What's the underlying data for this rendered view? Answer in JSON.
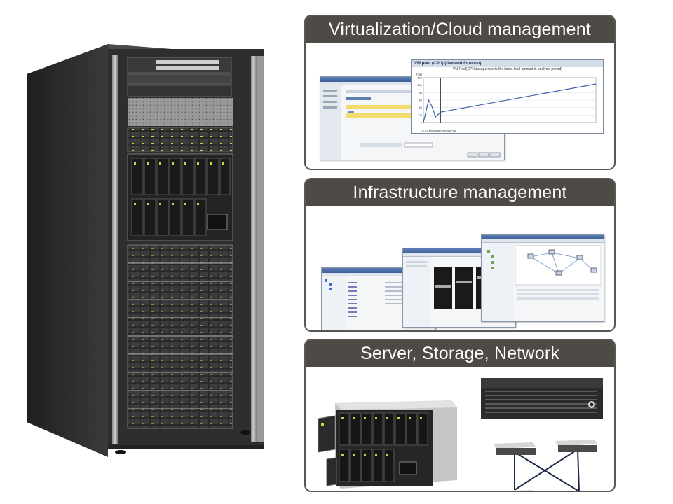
{
  "panels": {
    "virtualization": {
      "title": "Virtualization/Cloud management"
    },
    "infrastructure": {
      "title": "Infrastructure management"
    },
    "hardware": {
      "title": "Server, Storage, Network"
    }
  },
  "chart": {
    "title": "VM pool (CPU) (demand forecast)",
    "subtitle": "VM Pool(CPU)(usage rate to the latest total amount in analysis period)",
    "unit": "(%)",
    "y_ticks": [
      "120",
      "100",
      "80",
      "60",
      "40",
      "20",
      "0"
    ],
    "legend": "CTO-M/Global/VMHostPool"
  },
  "chart_data": {
    "type": "line",
    "title": "VM pool (CPU) (demand forecast)",
    "ylabel": "(%)",
    "ylim": [
      0,
      120
    ],
    "series": [
      {
        "name": "CTO-M/Global/VMHostPool",
        "x": [
          0,
          2,
          3,
          5,
          7,
          10,
          100
        ],
        "y": [
          0,
          40,
          60,
          42,
          15,
          28,
          103
        ]
      }
    ]
  },
  "colors": {
    "panel_header": "#4e4a45",
    "panel_border": "#5a5550",
    "rack_body": "#2b2b2b"
  }
}
